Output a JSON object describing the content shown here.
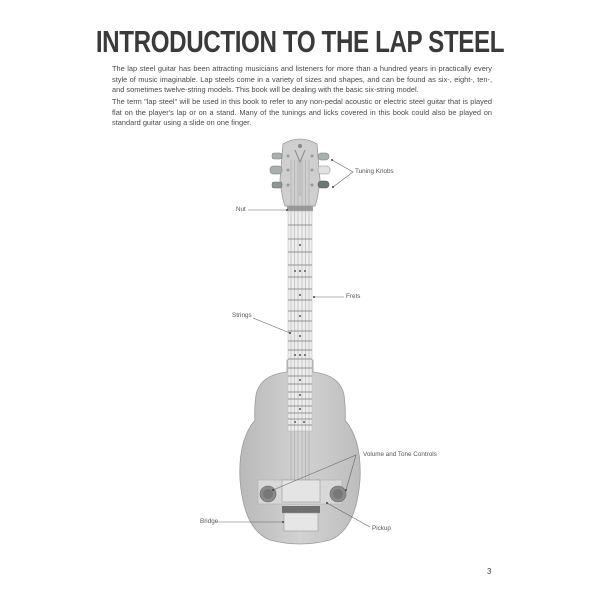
{
  "page": {
    "title": "INTRODUCTION TO THE LAP STEEL",
    "paragraphs": [
      "The lap steel guitar has been attracting musicians and listeners for more than a hundred years in practically every style of music imaginable. Lap steels come in a variety of sizes and shapes, and can be found as six-, eight-, ten-, and sometimes twelve-string models. This book will be dealing with the basic six-string model.",
      "The term \"lap steel\" will be used in this book to refer to any non-pedal acoustic or electric steel guitar that is played flat on the player's lap or on a stand. Many of the tunings and licks covered in this book could also be played on standard guitar using a slide on one finger."
    ],
    "page_number": "3"
  },
  "diagram": {
    "subject": "lap steel guitar",
    "labels": {
      "tuning_knobs": "Tuning Knobs",
      "nut": "Nut",
      "frets": "Frets",
      "strings": "Strings",
      "volume_tone": "Volume and Tone Controls",
      "bridge": "Bridge",
      "pickup": "Pickup"
    },
    "colors": {
      "body": "#c9c9c9",
      "fretboard": "#ececec",
      "outline": "#9a9a9a",
      "leader_line": "#666666"
    }
  }
}
